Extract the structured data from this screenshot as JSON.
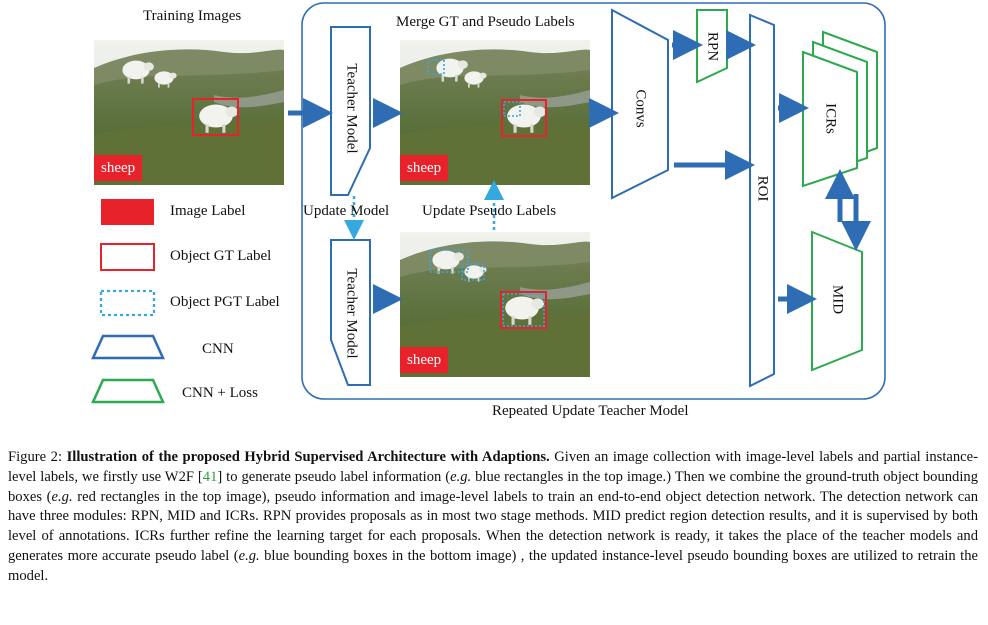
{
  "figure": {
    "training_images_title": "Training Images",
    "merge_title": "Merge GT and Pseudo Labels",
    "teacher_model_top": "Teacher Model",
    "teacher_model_bottom": "Teacher Model",
    "update_model": "Update Model",
    "update_pseudo_labels": "Update Pseudo Labels",
    "convs": "Convs",
    "rpn": "RPN",
    "roi": "ROI",
    "icrs": "ICRs",
    "mid": "MID",
    "image_tag": "sheep",
    "repeated_update": "Repeated Update Teacher Model",
    "legend": {
      "image_label": "Image Label",
      "object_gt_label": "Object GT Label",
      "object_pgt_label": "Object PGT Label",
      "cnn": "CNN",
      "cnn_loss": "CNN + Loss"
    },
    "colors": {
      "blue": "#2e6db3",
      "green": "#2eaa4e",
      "red": "#e8222a",
      "cyan": "#35a8e0"
    }
  },
  "caption": {
    "label": "Figure 2: ",
    "title": "Illustration of the proposed Hybrid Supervised Architecture with Adaptions.",
    "p1": " Given an image collection with image-level labels and partial instance-level labels, we firstly use W2F [",
    "cite": "41",
    "p2": "] to generate pseudo label information (",
    "eg1": "e.g.",
    "p3": " blue rectangles in the top image.) Then we combine the ground-truth object bounding boxes (",
    "eg2": "e.g.",
    "p4": " red rectangles in the top image), pseudo information and image-level labels to train an end-to-end object detection network. The detection network can have three modules: RPN, MID and ICRs. RPN provides proposals as in most two stage methods. MID predict region detection results, and it is supervised by both level of annotations. ICRs further refine the learning target for each proposals. When the detection network is ready, it takes the place of the teacher models and generates more accurate pseudo label (",
    "eg3": "e.g.",
    "p5": " blue bounding boxes in the bottom image) , the updated instance-level pseudo bounding boxes are utilized to retrain the model."
  }
}
